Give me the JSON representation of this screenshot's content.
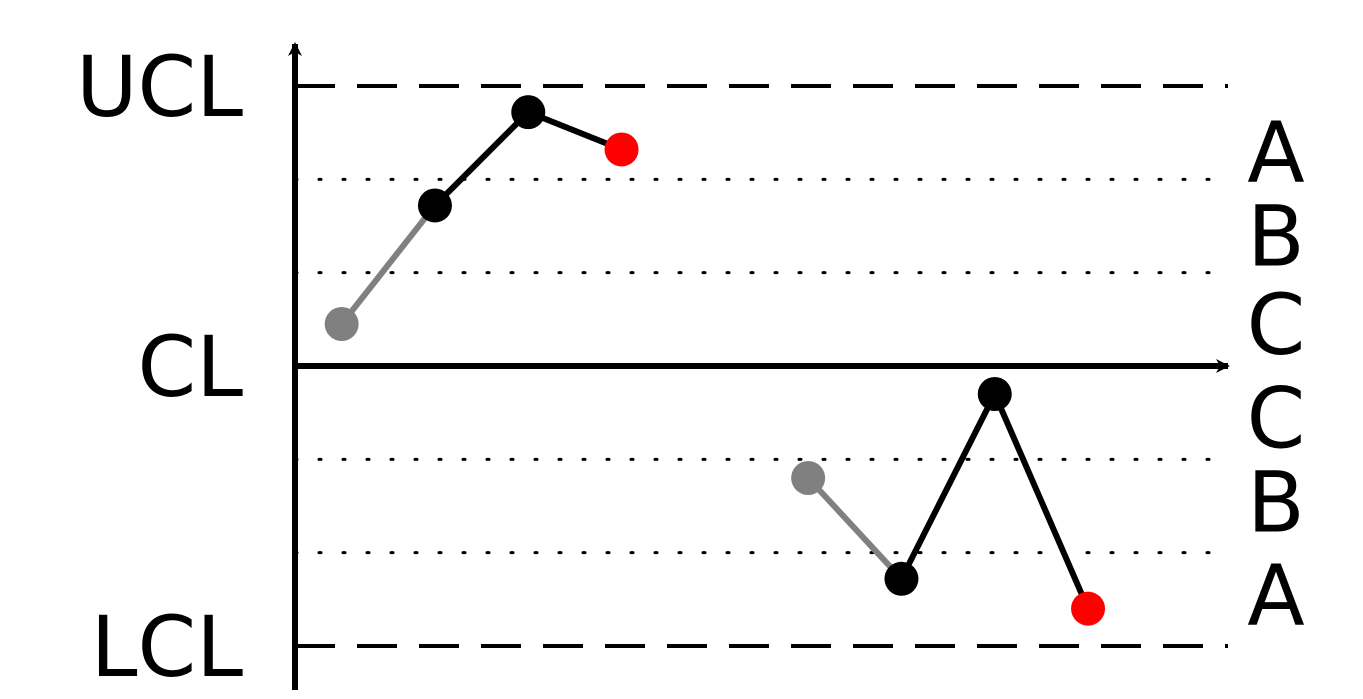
{
  "chart_data": {
    "type": "line",
    "title": "",
    "xlabel": "",
    "ylabel": "",
    "y_axis": {
      "limits": {
        "ucl": 3,
        "cl": 0,
        "lcl": -3
      },
      "ylim": [
        -3,
        3
      ],
      "limit_labels": {
        "ucl": "UCL",
        "cl": "CL",
        "lcl": "LCL"
      },
      "zone_boundaries": [
        2,
        1,
        -1,
        -2
      ],
      "zone_labels": [
        {
          "text": "A",
          "y": 2.3
        },
        {
          "text": "B",
          "y": 1.4
        },
        {
          "text": "C",
          "y": 0.45
        },
        {
          "text": "C",
          "y": -0.55
        },
        {
          "text": "B",
          "y": -1.45
        },
        {
          "text": "A",
          "y": -2.45
        }
      ]
    },
    "x_axis": {
      "xlim": [
        0,
        10
      ]
    },
    "colors": {
      "axis": "#000000",
      "control_limits": "#000000",
      "zone_lines": "#000000",
      "point": "#000000",
      "context_point": "#808080",
      "signal_point": "#ff0000",
      "line": "#000000",
      "context_line": "#808080"
    },
    "series": [
      {
        "points": [
          {
            "x": 0.5,
            "y": 0.45,
            "role": "context"
          },
          {
            "x": 1.5,
            "y": 1.72,
            "role": "normal"
          },
          {
            "x": 2.5,
            "y": 2.72,
            "role": "normal"
          },
          {
            "x": 3.5,
            "y": 2.32,
            "role": "signal"
          }
        ]
      },
      {
        "points": [
          {
            "x": 5.5,
            "y": -1.2,
            "role": "context"
          },
          {
            "x": 6.5,
            "y": -2.28,
            "role": "normal"
          },
          {
            "x": 7.5,
            "y": -0.3,
            "role": "normal"
          },
          {
            "x": 8.5,
            "y": -2.6,
            "role": "signal"
          }
        ]
      }
    ]
  }
}
